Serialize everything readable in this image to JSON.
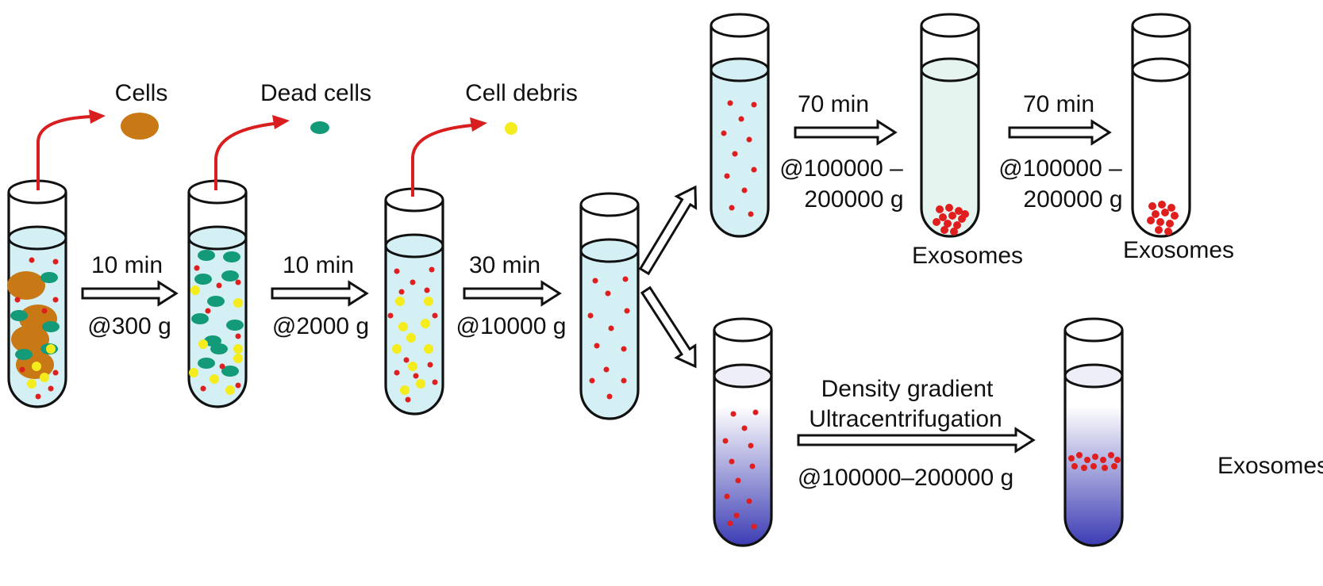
{
  "labels": {
    "cells": "Cells",
    "dead_cells": "Dead cells",
    "cell_debris": "Cell debris"
  },
  "steps": {
    "s1": {
      "time": "10 min",
      "force": "@300 g"
    },
    "s2": {
      "time": "10 min",
      "force": "@2000 g"
    },
    "s3": {
      "time": "30 min",
      "force": "@10000 g"
    },
    "s4": {
      "time": "70 min",
      "force_line1": "@100000 –",
      "force_line2": "200000 g"
    },
    "s5": {
      "time": "70 min",
      "force_line1": "@100000 –",
      "force_line2": "200000 g"
    },
    "s6": {
      "line1": "Density gradient",
      "line2": "Ultracentrifugation",
      "force": "@100000–200000 g"
    }
  },
  "products": {
    "exosomes_1": "Exosomes",
    "exosomes_2": "Exosomes",
    "exosomes_3": "Exosomes"
  },
  "colors": {
    "fluid": "#d4f0f4",
    "fluid_clear": "#e6f4f0",
    "cell": "#c87814",
    "dead_cell": "#139a78",
    "debris": "#f4ec1c",
    "exosome": "#e01e1e",
    "red_arrow": "#d81e1e",
    "gradient_top": "#ffffff",
    "gradient_bottom": "#3c3cb4"
  }
}
